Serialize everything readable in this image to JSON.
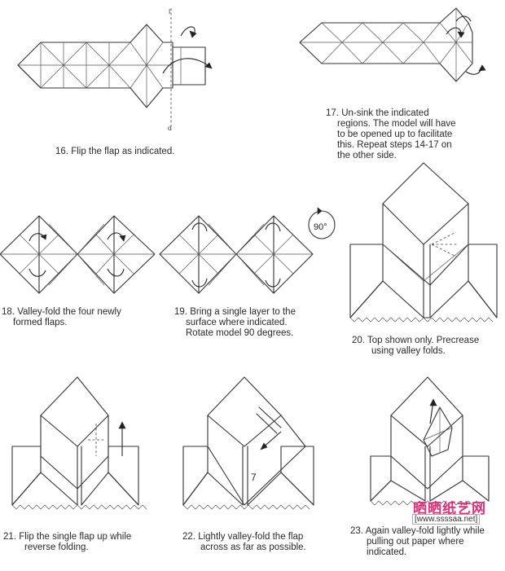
{
  "steps": [
    {
      "number": "16.",
      "lines": [
        "Flip the flap as indicated."
      ]
    },
    {
      "number": "17.",
      "lines": [
        "Un-sink the indicated",
        "regions. The model will have",
        "to be opened up to facilitate",
        "this. Repeat steps 14-17 on",
        "the other side."
      ]
    },
    {
      "number": "18.",
      "lines": [
        "Valley-fold the four newly",
        "formed flaps."
      ]
    },
    {
      "number": "19.",
      "lines": [
        "Bring a single layer to the",
        "surface where indicated.",
        "Rotate model 90 degrees."
      ]
    },
    {
      "number": "20.",
      "lines": [
        "Top shown only. Precrease",
        "using valley folds."
      ]
    },
    {
      "number": "21.",
      "lines": [
        "Flip the single flap up while",
        "reverse folding."
      ]
    },
    {
      "number": "22.",
      "lines": [
        "Lightly valley-fold the flap",
        "across as far as possible."
      ]
    },
    {
      "number": "23.",
      "lines": [
        "Again valley-fold lightly while",
        "pulling out paper where",
        "indicated."
      ]
    }
  ],
  "rotate_symbol": "90°",
  "crease_label": "7",
  "watermark": {
    "title": "晒晒纸艺网",
    "url": "[www.ssssaa.net]"
  }
}
